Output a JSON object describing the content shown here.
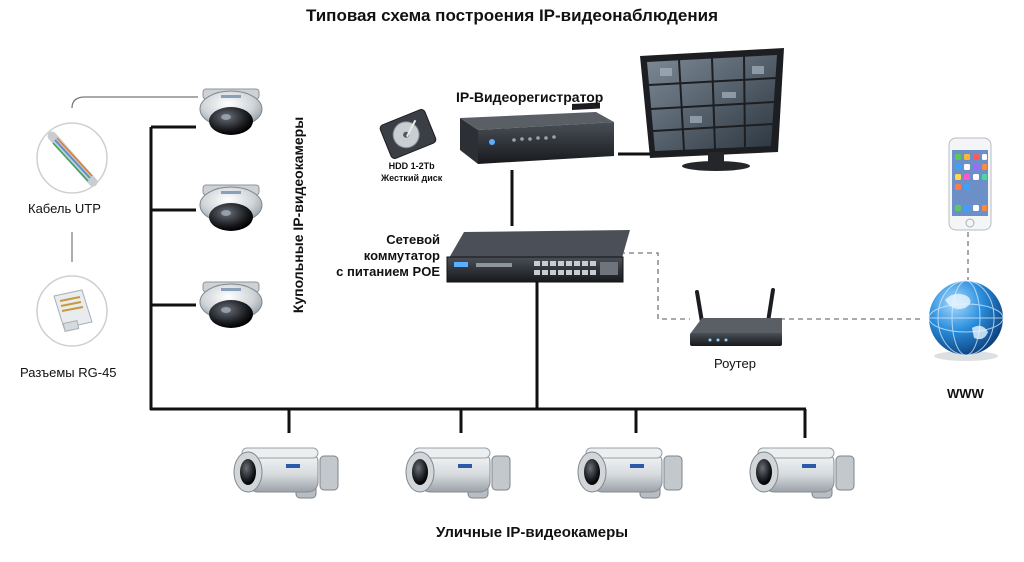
{
  "title": "Типовая схема построения IP-видеонаблюдения",
  "labels": {
    "cable": "Кабель UTP",
    "connectors": "Разъемы RG-45",
    "dome_cameras": "Купольные IP-видеокамеры",
    "hdd_line1": "HDD 1-2Tb",
    "hdd_line2": "Жесткий диск",
    "nvr": "IP-Видеорегистратор",
    "switch_line1": "Сетевой",
    "switch_line2": "коммутатор",
    "switch_line3": "с питанием POE",
    "router": "Роутер",
    "www": "WWW",
    "street_cameras": "Уличные IP-видеокамеры"
  },
  "colors": {
    "line": "#111111",
    "dashed": "#777777",
    "device_dark": "#2a2d33",
    "camera_body": "#e4e6e8",
    "globe": "#1f78c8"
  },
  "icons": [
    "utp-cable-icon",
    "rj45-connector-icon",
    "dome-camera-icon",
    "hdd-icon",
    "nvr-icon",
    "monitor-icon",
    "network-switch-icon",
    "router-icon",
    "smartphone-icon",
    "globe-icon",
    "bullet-camera-icon"
  ]
}
